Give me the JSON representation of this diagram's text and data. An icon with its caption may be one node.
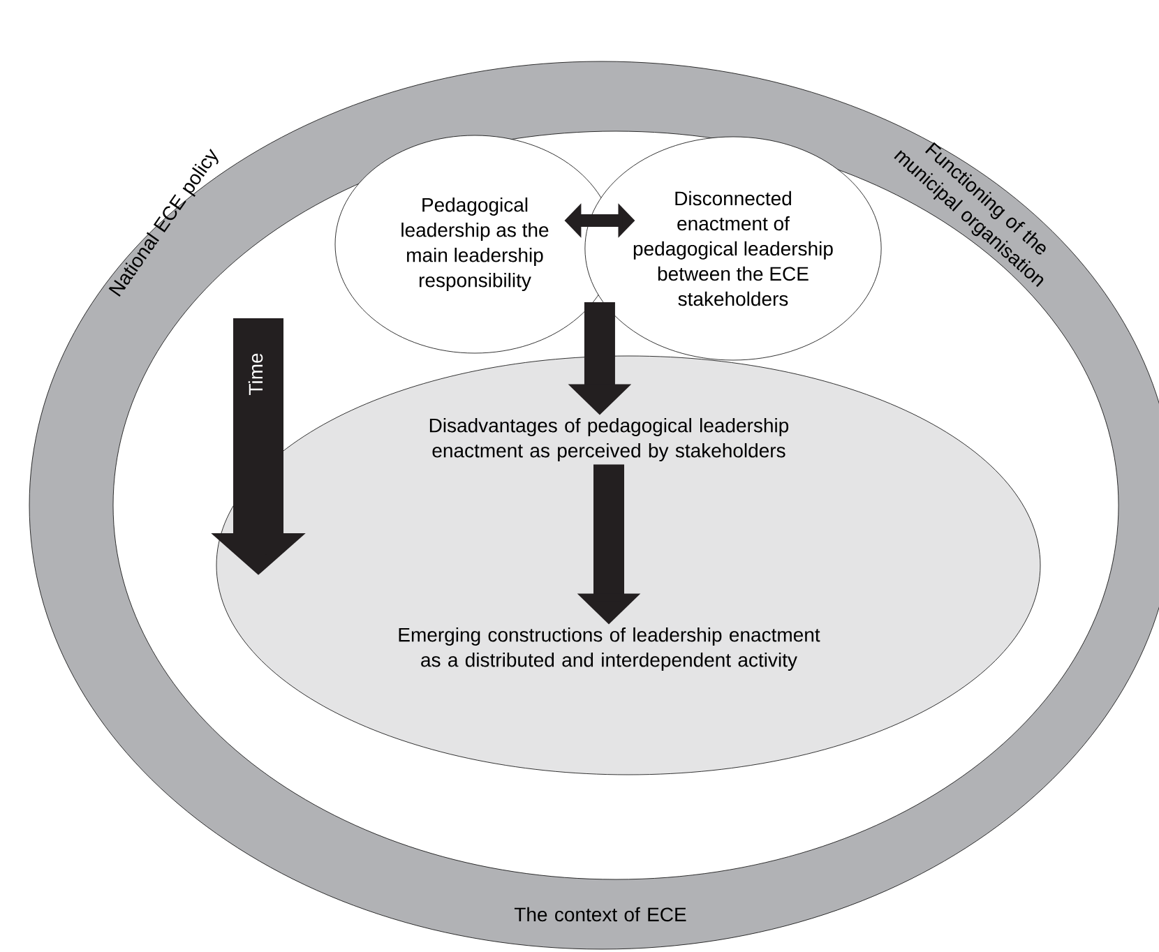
{
  "diagram": {
    "nodes": [
      {
        "text": [
          "National ECE policy",
          "Functioning of the municipal organisation",
          "The context of ECE"
        ]
      },
      {
        "text": [
          "Pedagogical leadership as the main leadership responsibility"
        ],
        "in": 0
      },
      {
        "text": [
          "Disconnected enactment of pedagogical leadership between the ECE stakeholders"
        ],
        "in": 0
      },
      {
        "text": [],
        "shape": "ellipse",
        "in": 0
      },
      {
        "text": [
          "Disadvantages of pedagogical leadership enactment as perceived by stakeholders"
        ],
        "in": 3
      },
      {
        "text": [
          "Emerging constructions of leadership enactment as a distributed and interdependent activity"
        ],
        "in": 3
      }
    ],
    "edges": [
      {
        "from": 1,
        "to": 2,
        "arrow": "both"
      },
      {
        "from": 1,
        "to": 4,
        "arrow": "to"
      },
      {
        "from": 2,
        "to": 4,
        "arrow": "to"
      },
      {
        "from": 4,
        "to": 5,
        "arrow": "to"
      }
    ],
    "labels": [
      "Time"
    ]
  }
}
